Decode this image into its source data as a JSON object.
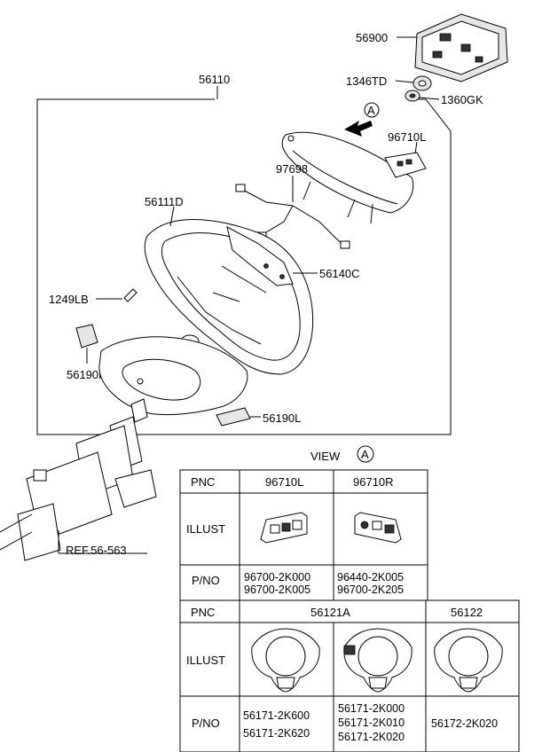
{
  "labels": {
    "p56900": "56900",
    "p1346TD": "1346TD",
    "p1360GK": "1360GK",
    "p56110": "56110",
    "p96710L": "96710L",
    "p97698": "97698",
    "p56111D": "56111D",
    "p56140C": "56140C",
    "p1249LB": "1249LB",
    "p56190R": "56190R",
    "p56190L": "56190L",
    "ref": "REF.56-563",
    "arrow_marker": "A"
  },
  "view": {
    "label": "VIEW",
    "marker": "A"
  },
  "table1": {
    "pnc_header": "PNC",
    "col1": "96710L",
    "col2": "96710R",
    "illust_header": "ILLUST",
    "pno_header": "P/NO",
    "col1_pno": [
      "96700-2K000",
      "96700-2K005"
    ],
    "col2_pno": [
      "96440-2K005",
      "96700-2K205"
    ]
  },
  "table2": {
    "pnc_header": "PNC",
    "col_a": "56121A",
    "col_b": "56122",
    "illust_header": "ILLUST",
    "pno_header": "P/NO",
    "col1_pno": [
      "56171-2K600",
      "56171-2K620"
    ],
    "col2_pno": [
      "56171-2K000",
      "56171-2K010",
      "56171-2K020"
    ],
    "col3_pno": [
      "56172-2K020"
    ]
  }
}
